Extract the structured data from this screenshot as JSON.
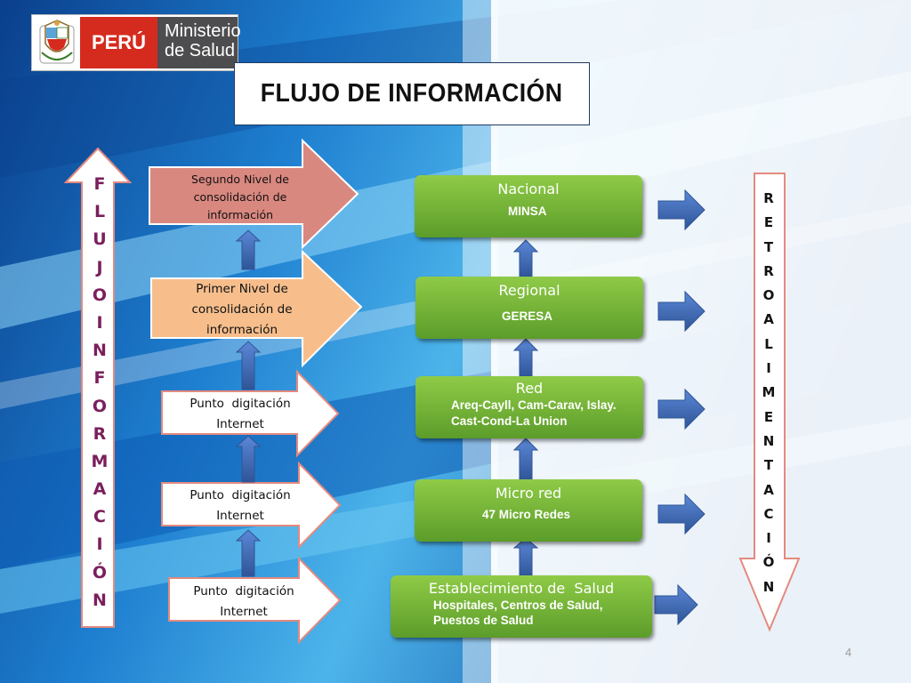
{
  "logo": {
    "country": "PERÚ",
    "ministry_line1": "Ministerio",
    "ministry_line2": "de Salud",
    "brand_red": "#d52b1e",
    "brand_gray": "#4d4d4f"
  },
  "title": "FLUJO DE INFORMACIÓN",
  "left_vertical": [
    "F",
    "L",
    "U",
    "J",
    "O",
    "I",
    "N",
    "F",
    "O",
    "R",
    "M",
    "A",
    "C",
    "I",
    "Ó",
    "N"
  ],
  "right_vertical": [
    "R",
    "E",
    "T",
    "R",
    "O",
    "A",
    "L",
    "I",
    "M",
    "E",
    "N",
    "T",
    "A",
    "C",
    "I",
    "Ó",
    "N"
  ],
  "left_column": [
    {
      "line1": "Segundo Nivel de",
      "line2": "consolidación de",
      "line3": "información",
      "color": "#d98880"
    },
    {
      "line1": "Primer Nivel de",
      "line2": "consolidación de",
      "line3": "información",
      "color": "#f7be8c"
    },
    {
      "line1": "Punto  digitación",
      "line2": "Internet"
    },
    {
      "line1": "Punto  digitación",
      "line2": "Internet"
    },
    {
      "line1": "Punto  digitación",
      "line2": "Internet"
    }
  ],
  "green_boxes": [
    {
      "heading": "Nacional",
      "sub1": "MINSA"
    },
    {
      "heading": "Regional",
      "sub1": "GERESA"
    },
    {
      "heading": "Red",
      "sub1": "Areq-Cayll, Cam-Carav, Islay.",
      "sub2": "Cast-Cond-La Union"
    },
    {
      "heading": "Micro red",
      "sub1": "47 Micro Redes"
    },
    {
      "heading": "Establecimiento de  Salud",
      "sub1": "Hospitales, Centros de Salud,",
      "sub2": "Puestos de Salud"
    }
  ],
  "colors": {
    "title_border": "#1f3b63",
    "blue_arrow": "#4472c4",
    "green": "#70ad47",
    "flujo_text": "#7a1f5c"
  },
  "page_number": "4"
}
